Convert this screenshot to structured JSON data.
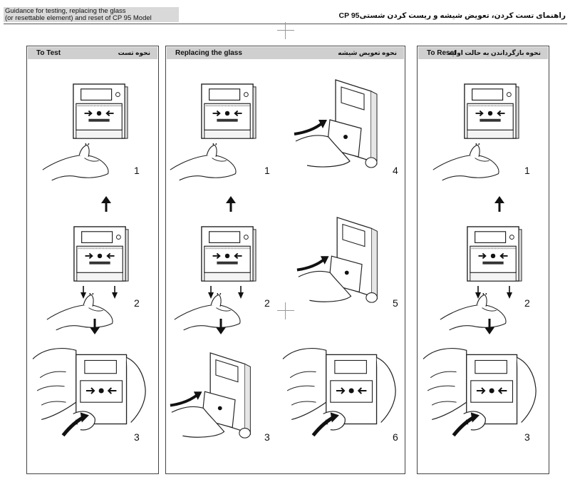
{
  "header": {
    "title_en_line1": "Guidance for testing, replacing the glass",
    "title_en_line2": "(or resettable element) and reset of CP 95 Model",
    "title_fa": "راهنمای تست کردن، تعویض شیشه و ریست کردن شستیCP 95"
  },
  "device_label": "PRESS HERE",
  "panels": {
    "test": {
      "title_en": "To Test",
      "title_fa": "نحوه تست",
      "steps": [
        "1",
        "2",
        "3"
      ]
    },
    "glass": {
      "title_en": "Replacing the glass",
      "title_fa": "نحوه تعویض شیشه",
      "steps": [
        "1",
        "2",
        "3",
        "4",
        "5",
        "6"
      ]
    },
    "reset": {
      "title_en": "To Reset",
      "title_fa": "نحوه بازگرداندن به حالت اولیه",
      "steps": [
        "1",
        "2",
        "3"
      ]
    }
  }
}
